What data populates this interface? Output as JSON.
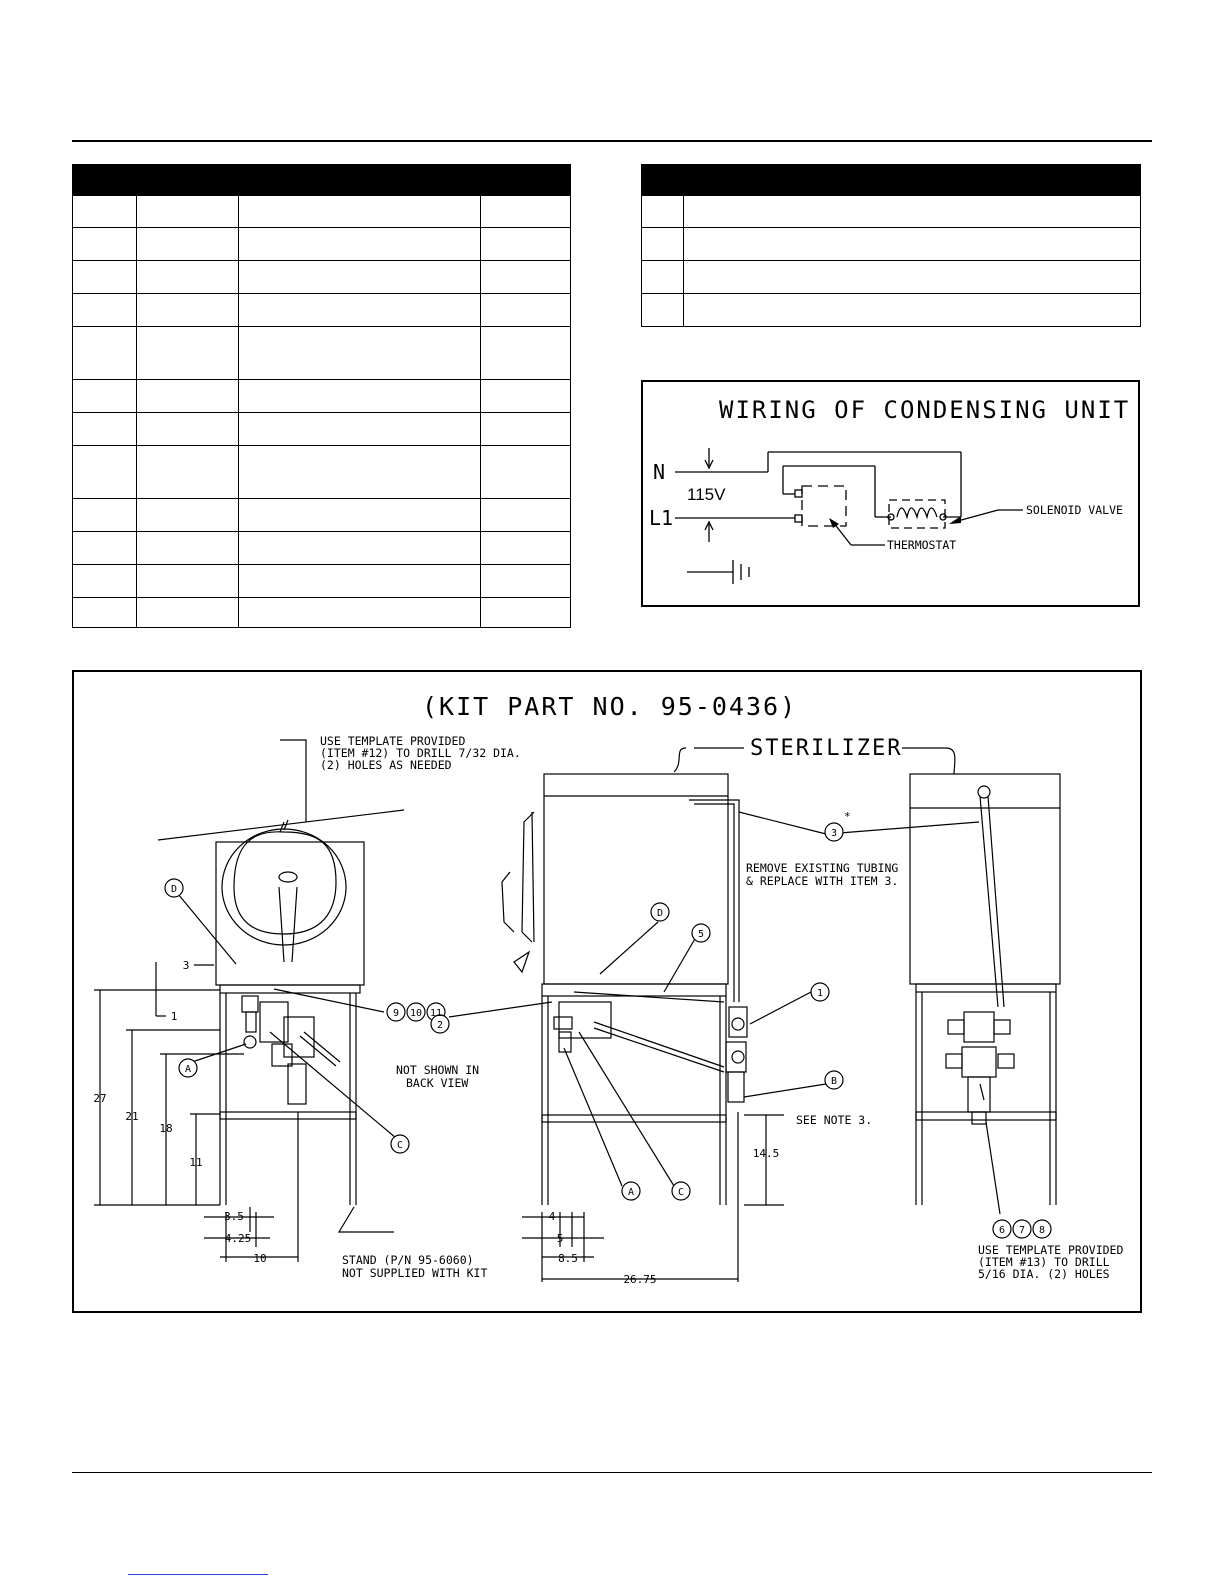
{
  "wiring": {
    "title": "WIRING OF CONDENSING UNIT",
    "n": "N",
    "voltage": "115V",
    "l1": "L1",
    "solenoid": "SOLENOID VALVE",
    "thermostat": "THERMOSTAT"
  },
  "drawing": {
    "kit_title": "(KIT PART NO. 95-0436)",
    "sterilizer": "STERILIZER",
    "template_note_1": "USE TEMPLATE PROVIDED",
    "template_note_2": "(ITEM #12) TO DRILL 7/32 DIA.",
    "template_note_3": "(2) HOLES AS NEEDED",
    "remove_note_1": "REMOVE EXISTING TUBING",
    "remove_note_2": "& REPLACE WITH ITEM 3.",
    "not_shown_1": "NOT SHOWN IN",
    "not_shown_2": "BACK VIEW",
    "see_note": "SEE NOTE 3.",
    "stand_note_1": "STAND (P/N 95-6060)",
    "stand_note_2": "NOT SUPPLIED WITH KIT",
    "template2_note_1": "USE TEMPLATE PROVIDED",
    "template2_note_2": "(ITEM #13) TO DRILL",
    "template2_note_3": "5/16 DIA. (2) HOLES",
    "asterisk": "*",
    "callouts": {
      "one": "1",
      "two": "2",
      "three": "3",
      "five": "5",
      "six": "6",
      "seven": "7",
      "eight": "8",
      "nine": "9",
      "ten": "10",
      "eleven": "11",
      "a": "A",
      "b": "B",
      "c": "C",
      "d": "D"
    },
    "dims": {
      "d27": "27",
      "d21": "21",
      "d18": "18",
      "d11": "11",
      "d3": "3",
      "d1": "1",
      "d3_5": "3.5",
      "d4_25": "4.25",
      "d10": "10",
      "d4": "4",
      "d5": "5",
      "d8_5": "8.5",
      "d26_75": "26.75",
      "d14_5": "14.5"
    }
  }
}
